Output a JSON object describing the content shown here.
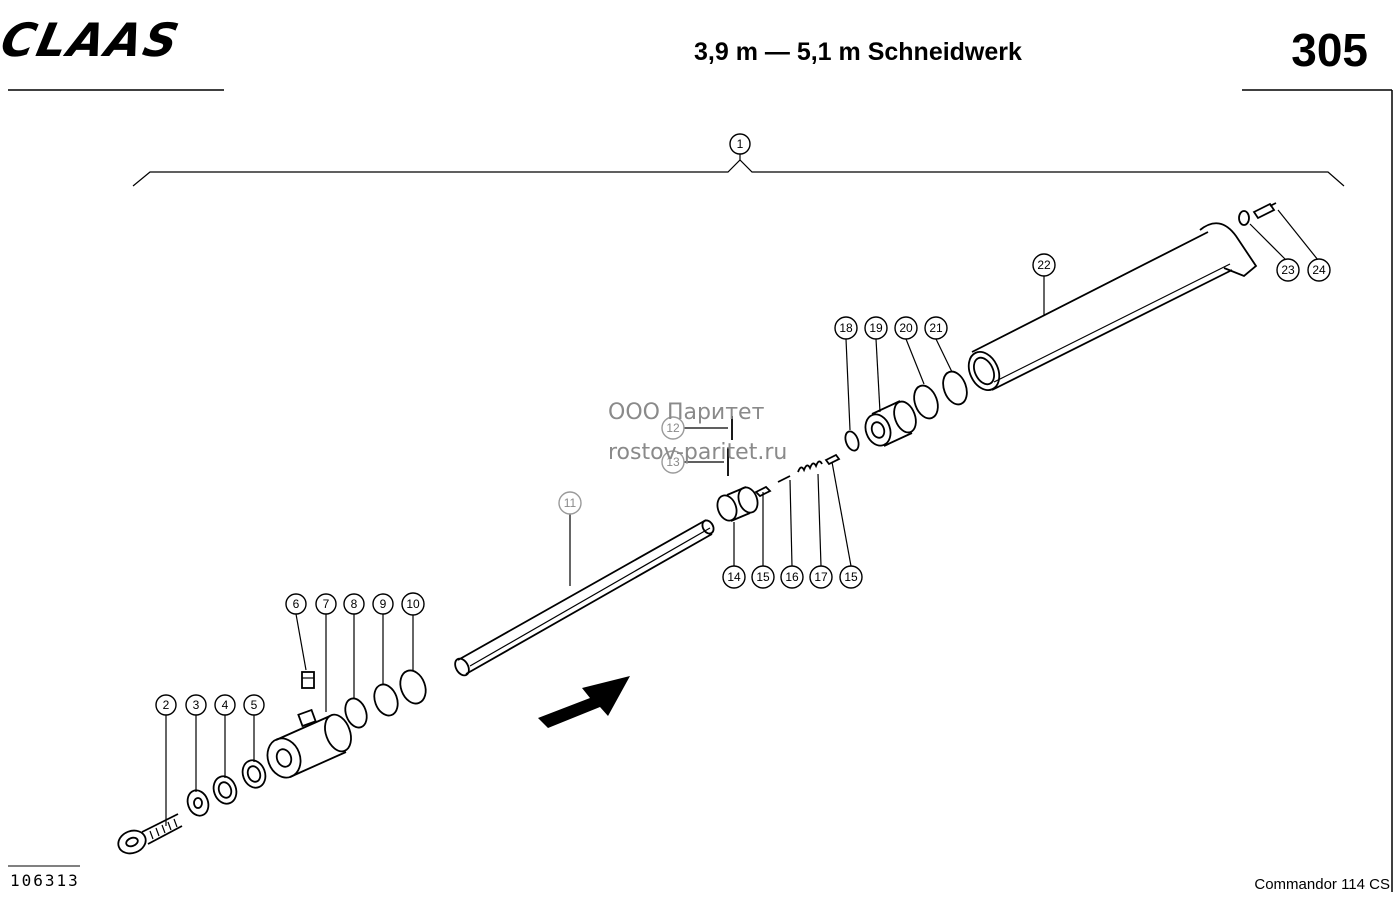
{
  "header": {
    "brand": "CLAAS",
    "title": "3,9 m — 5,1 m Schneidwerk",
    "page_number": "305"
  },
  "footer": {
    "drawing_number": "106313",
    "model": "Commandor 114 CS"
  },
  "watermark": {
    "line1": "ООО Паритет",
    "line2": "rostov-paritet.ru"
  },
  "callouts": [
    "1",
    "2",
    "3",
    "4",
    "5",
    "6",
    "7",
    "8",
    "9",
    "10",
    "11",
    "12",
    "13",
    "14",
    "15",
    "16",
    "17",
    "15",
    "18",
    "19",
    "20",
    "21",
    "22",
    "23",
    "24"
  ]
}
